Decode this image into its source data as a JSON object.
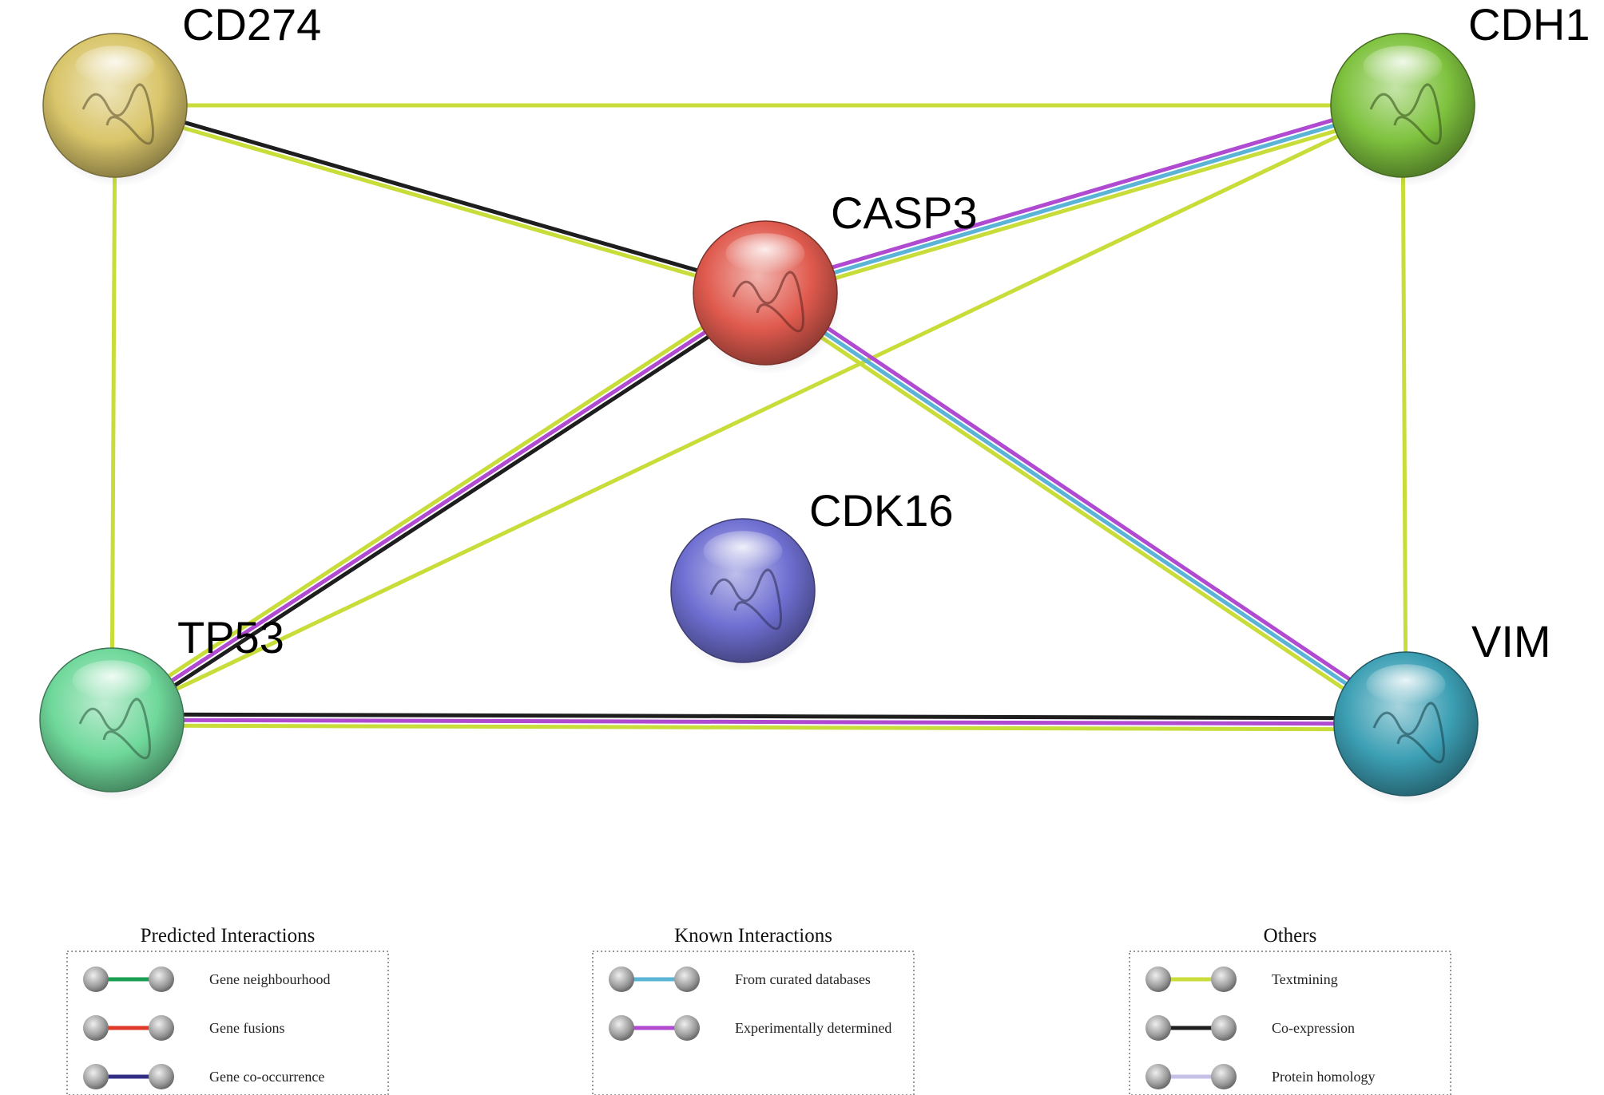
{
  "nodes": [
    {
      "id": "CD274",
      "label": "CD274",
      "color": "#d9c56a"
    },
    {
      "id": "CDH1",
      "label": "CDH1",
      "color": "#7ec23e"
    },
    {
      "id": "CASP3",
      "label": "CASP3",
      "color": "#e05a4e"
    },
    {
      "id": "CDK16",
      "label": "CDK16",
      "color": "#6f6fd2"
    },
    {
      "id": "TP53",
      "label": "TP53",
      "color": "#6fd89a"
    },
    {
      "id": "VIM",
      "label": "VIM",
      "color": "#3c9fb4"
    }
  ],
  "edges": [
    {
      "source": "CD274",
      "target": "CDH1",
      "evidence": [
        "textmining"
      ]
    },
    {
      "source": "CD274",
      "target": "CASP3",
      "evidence": [
        "coexpression",
        "textmining"
      ]
    },
    {
      "source": "CD274",
      "target": "TP53",
      "evidence": [
        "textmining"
      ]
    },
    {
      "source": "CDH1",
      "target": "CASP3",
      "evidence": [
        "textmining",
        "database",
        "experimental"
      ]
    },
    {
      "source": "CDH1",
      "target": "TP53",
      "evidence": [
        "textmining"
      ]
    },
    {
      "source": "CDH1",
      "target": "VIM",
      "evidence": [
        "textmining"
      ]
    },
    {
      "source": "CASP3",
      "target": "TP53",
      "evidence": [
        "coexpression",
        "experimental",
        "textmining"
      ]
    },
    {
      "source": "CASP3",
      "target": "VIM",
      "evidence": [
        "experimental",
        "database",
        "textmining"
      ]
    },
    {
      "source": "TP53",
      "target": "VIM",
      "evidence": [
        "coexpression",
        "experimental",
        "textmining"
      ]
    }
  ],
  "evidence_colors": {
    "neighbourhood": "#1a9e52",
    "fusion": "#e03a2a",
    "cooccurrence": "#322e84",
    "database": "#5bb4d6",
    "experimental": "#b04ad0",
    "textmining": "#c8dc3a",
    "coexpression": "#1e1e1e",
    "homology": "#c4c0e6"
  },
  "legend": {
    "groups": [
      {
        "title": "Predicted Interactions",
        "items": [
          {
            "key": "neighbourhood",
            "label": "Gene neighbourhood"
          },
          {
            "key": "fusion",
            "label": "Gene fusions"
          },
          {
            "key": "cooccurrence",
            "label": "Gene co-occurrence"
          }
        ]
      },
      {
        "title": "Known Interactions",
        "items": [
          {
            "key": "database",
            "label": "From curated databases"
          },
          {
            "key": "experimental",
            "label": "Experimentally determined"
          }
        ]
      },
      {
        "title": "Others",
        "items": [
          {
            "key": "textmining",
            "label": "Textmining"
          },
          {
            "key": "coexpression",
            "label": "Co-expression"
          },
          {
            "key": "homology",
            "label": "Protein homology"
          }
        ]
      }
    ]
  }
}
